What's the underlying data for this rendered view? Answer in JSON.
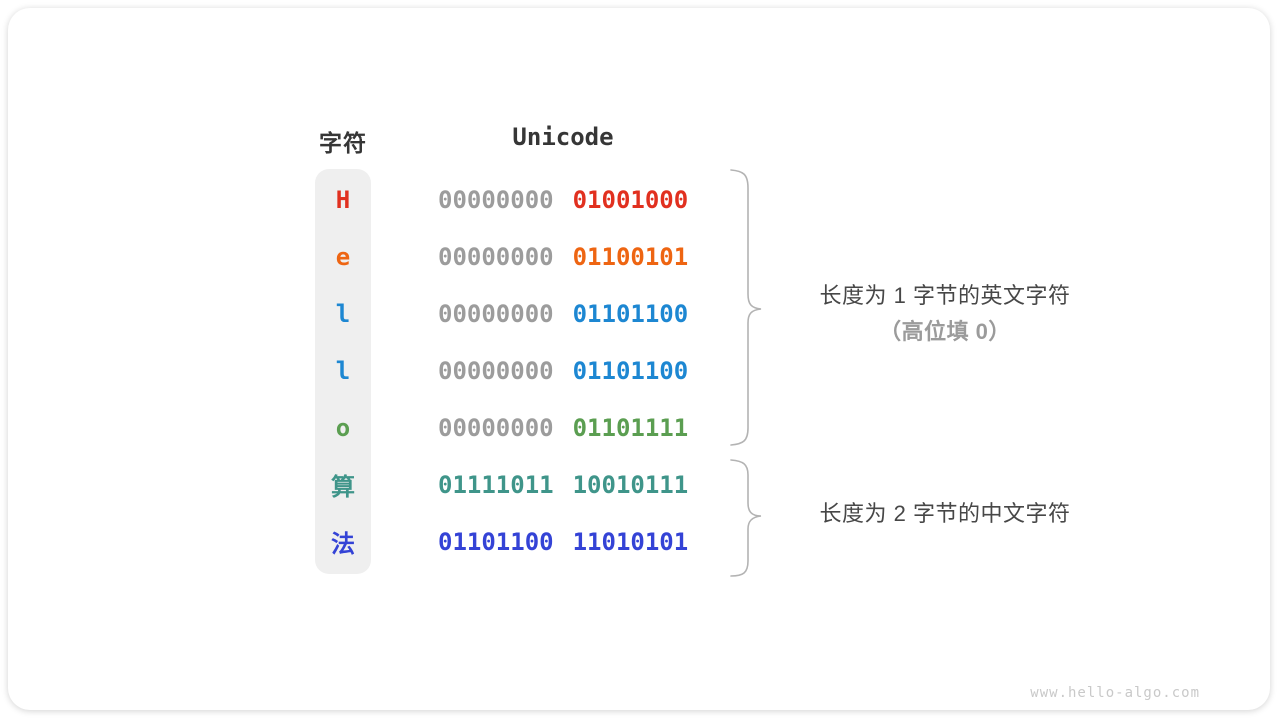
{
  "colors": {
    "red": "#e1301f",
    "orange": "#ee6512",
    "blue": "#1d87d2",
    "green": "#5b9e51",
    "teal": "#3f958a",
    "indigo": "#3443d6",
    "gray": "#9c9c9c",
    "char-bg": "#efefef",
    "heading": "#363636",
    "annotation": "#474747",
    "annotation-muted": "#9b9b9b",
    "brace": "#b3b3b3",
    "watermark": "#c9c9c9"
  },
  "header": {
    "char_label": "字符",
    "unicode_label": "Unicode"
  },
  "table": {
    "rows": [
      {
        "char": "H",
        "char_color": "red",
        "byte1": "00000000",
        "byte1_color": "gray",
        "byte2": "01001000",
        "byte2_color": "red"
      },
      {
        "char": "e",
        "char_color": "orange",
        "byte1": "00000000",
        "byte1_color": "gray",
        "byte2": "01100101",
        "byte2_color": "orange"
      },
      {
        "char": "l",
        "char_color": "blue",
        "byte1": "00000000",
        "byte1_color": "gray",
        "byte2": "01101100",
        "byte2_color": "blue"
      },
      {
        "char": "l",
        "char_color": "blue",
        "byte1": "00000000",
        "byte1_color": "gray",
        "byte2": "01101100",
        "byte2_color": "blue"
      },
      {
        "char": "o",
        "char_color": "green",
        "byte1": "00000000",
        "byte1_color": "gray",
        "byte2": "01101111",
        "byte2_color": "green"
      },
      {
        "char": "算",
        "char_color": "teal",
        "byte1": "01111011",
        "byte1_color": "teal",
        "byte2": "10010111",
        "byte2_color": "teal"
      },
      {
        "char": "法",
        "char_color": "indigo",
        "byte1": "01101100",
        "byte1_color": "indigo",
        "byte2": "11010101",
        "byte2_color": "indigo"
      }
    ]
  },
  "annotations": {
    "group1_line1": "长度为 1 字节的英文字符",
    "group1_line2": "（高位填 0）",
    "group2_line1": "长度为 2 字节的中文字符"
  },
  "watermark": "www.hello-algo.com"
}
